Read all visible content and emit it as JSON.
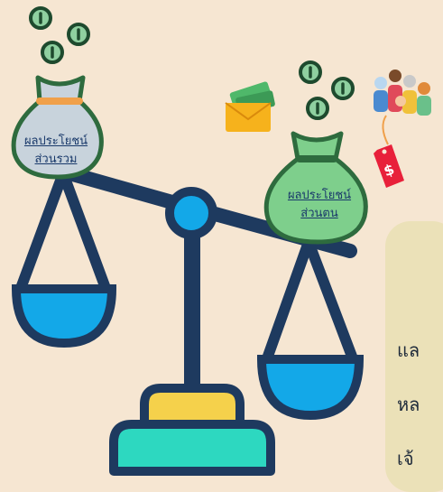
{
  "bags": {
    "left": {
      "line1": "ผลประโยชน์",
      "line2": "ส่วนรวม"
    },
    "right": {
      "line1": "ผลประโยชน์",
      "line2": "ส่วนตน"
    }
  },
  "price_tag": {
    "symbol": "$"
  },
  "info_card": {
    "lines": [
      "แล",
      "หล",
      "เจ้"
    ]
  },
  "colors": {
    "background": "#f6e6d2",
    "scale_frame": "#1e3a5f",
    "pan_fill": "#13a8e8",
    "base_top": "#f5d14b",
    "base_bottom": "#2dd8c0",
    "left_bag": "#c8d3dc",
    "right_bag": "#7ecf8c",
    "bag_outline": "#2e6b3e",
    "coin_fill": "#8fd0a0",
    "tag_red": "#e8203a"
  },
  "icons": [
    "coin-icon",
    "money-envelope-icon",
    "family-icon",
    "price-tag-icon"
  ]
}
